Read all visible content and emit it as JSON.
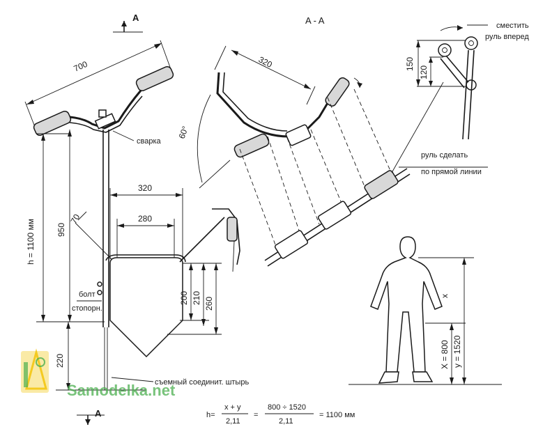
{
  "section_marks": {
    "top": "A",
    "bottom": "A",
    "view": "A - A"
  },
  "dimensions": {
    "handlebar_width": "700",
    "view_width": "320",
    "view_angle": "60°",
    "hole_150": "150",
    "hole_120": "120",
    "frame_outer": "320",
    "frame_inner": "280",
    "short_70": "70",
    "total_height": "h = 1100 мм",
    "height_950": "950",
    "bottom_220": "220",
    "side_200": "200",
    "side_210": "210",
    "side_260": "260",
    "human_x": "X = 800",
    "human_y": "y = 1520",
    "human_dim_top": "x"
  },
  "labels": {
    "weld": "сварка",
    "move_line1": "сместить",
    "move_line2": "руль вперед",
    "straight_line1": "руль сделать",
    "straight_line2": "по прямой линии",
    "bolt_line1": "болт",
    "bolt_line2": "стопорн.",
    "bottom_note": "съемный соединит. штырь"
  },
  "formula": {
    "lhs": "h=",
    "num1": "x + y",
    "den1": "2,11",
    "eq1": "=",
    "num2": "800 ÷ 1520",
    "den2": "2,11",
    "eq2": "= 1100 мм"
  },
  "watermark": {
    "text": "Samodelka.net"
  },
  "colors": {
    "ink": "#1a1a1a",
    "watermark_green": "#4caf50",
    "watermark_yellow": "#f2c200"
  }
}
